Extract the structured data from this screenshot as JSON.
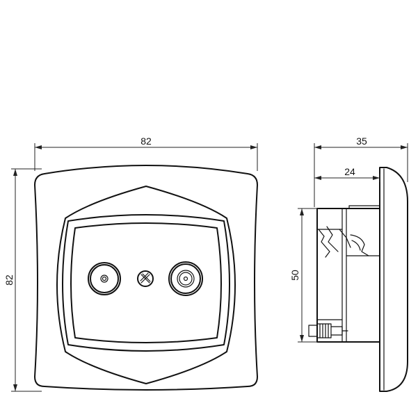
{
  "dimensions": {
    "front_width": "82",
    "front_height": "82",
    "side_depth_total": "35",
    "side_depth_mechanism": "24",
    "side_height_mechanism": "50"
  }
}
